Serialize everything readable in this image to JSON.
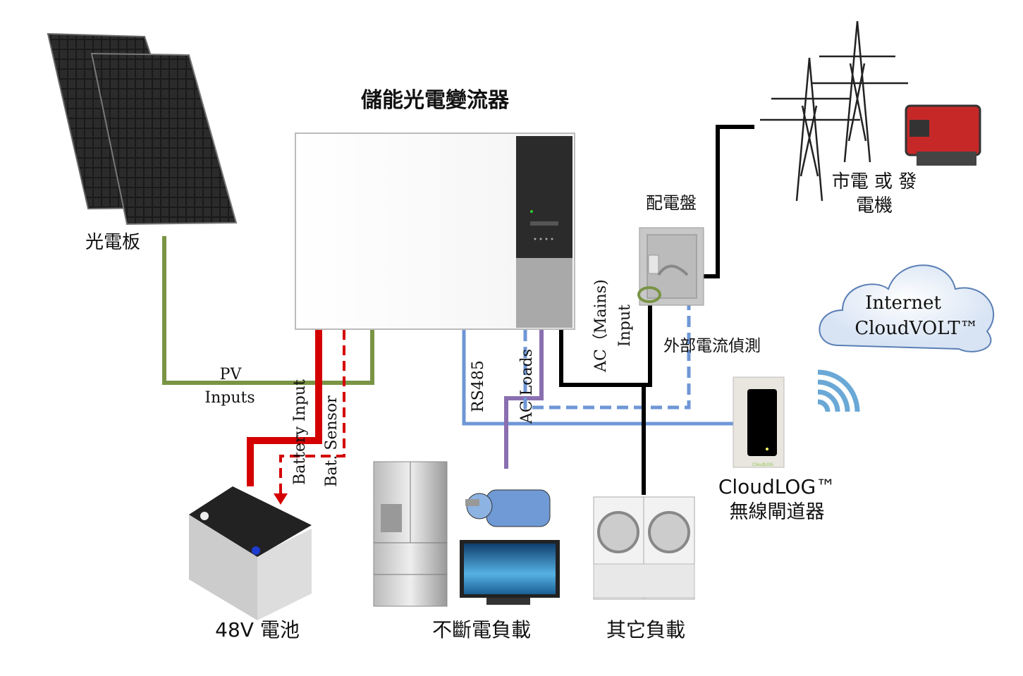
{
  "title": "儲能光電變流器",
  "components": {
    "solar_panel": "光電板",
    "battery": "48V 電池",
    "ups_loads": "不斷電負載",
    "other_loads": "其它負載",
    "distribution_panel": "配電盤",
    "grid_line1": "市電 或 發",
    "grid_line2": "電機",
    "gateway_name": "CloudLOG™",
    "gateway_desc": "無線閘道器",
    "gateway_device_label": "CloudLOG",
    "cloud_line1": "Internet",
    "cloud_line2": "CloudVOLT™"
  },
  "connections": {
    "pv_line1": "PV",
    "pv_line2": "Inputs",
    "battery_input": "Battery Input",
    "bat_sensor": "Bat. Sensor",
    "rs485": "RS485",
    "ac_loads": "AC Loads",
    "ac_mains_line1": "AC（Mains)",
    "ac_mains_line2": "Input",
    "external_ct": "外部電流偵測"
  },
  "colors": {
    "pv": "#7a9444",
    "battery": "#d40000",
    "rs485": "#6f97d6",
    "ac_loads": "#8a6fb0",
    "ac_mains": "#000000"
  }
}
